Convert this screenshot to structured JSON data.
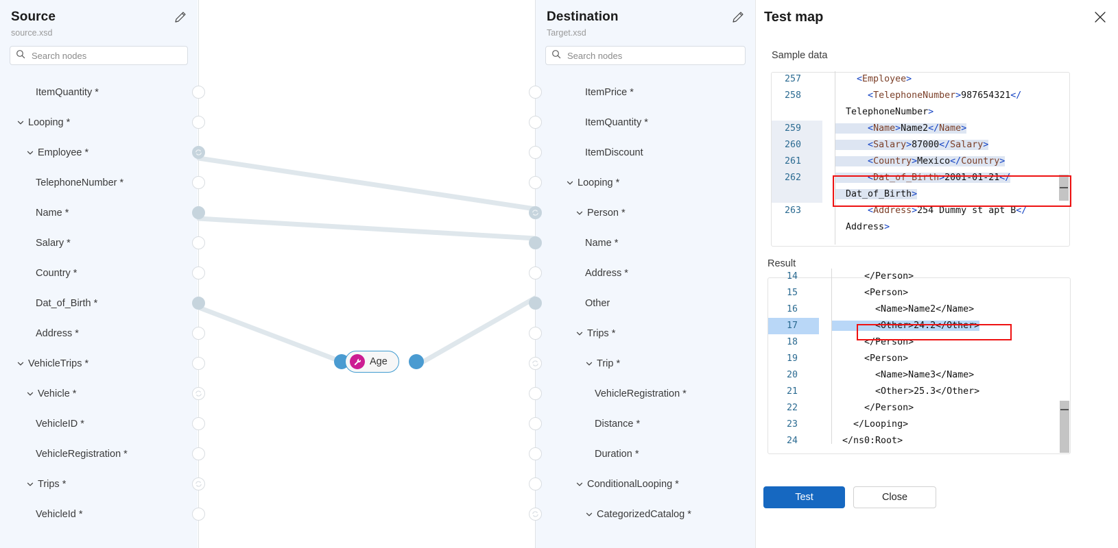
{
  "source": {
    "title": "Source",
    "filename": "source.xsd",
    "search_placeholder": "Search nodes",
    "edit_icon": "pencil-icon",
    "search_icon": "search-icon",
    "nodes": [
      {
        "label": "ItemQuantity *",
        "indent": 3,
        "chevron": false,
        "dot": "empty"
      },
      {
        "label": "Looping *",
        "indent": 1,
        "chevron": true,
        "dot": "empty"
      },
      {
        "label": "Employee *",
        "indent": 2,
        "chevron": true,
        "dot": "loop-filled"
      },
      {
        "label": "TelephoneNumber *",
        "indent": 3,
        "chevron": false,
        "dot": "empty"
      },
      {
        "label": "Name *",
        "indent": 3,
        "chevron": false,
        "dot": "filled"
      },
      {
        "label": "Salary *",
        "indent": 3,
        "chevron": false,
        "dot": "empty"
      },
      {
        "label": "Country *",
        "indent": 3,
        "chevron": false,
        "dot": "empty"
      },
      {
        "label": "Dat_of_Birth *",
        "indent": 3,
        "chevron": false,
        "dot": "filled"
      },
      {
        "label": "Address *",
        "indent": 3,
        "chevron": false,
        "dot": "empty"
      },
      {
        "label": "VehicleTrips *",
        "indent": 1,
        "chevron": true,
        "dot": "empty"
      },
      {
        "label": "Vehicle *",
        "indent": 2,
        "chevron": true,
        "dot": "loop"
      },
      {
        "label": "VehicleID *",
        "indent": 3,
        "chevron": false,
        "dot": "empty"
      },
      {
        "label": "VehicleRegistration *",
        "indent": 3,
        "chevron": false,
        "dot": "empty"
      },
      {
        "label": "Trips *",
        "indent": 2,
        "chevron": true,
        "dot": "loop"
      },
      {
        "label": "VehicleId *",
        "indent": 3,
        "chevron": false,
        "dot": "empty"
      }
    ]
  },
  "destination": {
    "title": "Destination",
    "filename": "Target.xsd",
    "search_placeholder": "Search nodes",
    "edit_icon": "pencil-icon",
    "search_icon": "search-icon",
    "nodes": [
      {
        "label": "ItemPrice *",
        "indent": 3,
        "chevron": false,
        "dot": "empty"
      },
      {
        "label": "ItemQuantity *",
        "indent": 3,
        "chevron": false,
        "dot": "empty"
      },
      {
        "label": "ItemDiscount",
        "indent": 3,
        "chevron": false,
        "dot": "empty"
      },
      {
        "label": "Looping *",
        "indent": 1,
        "chevron": true,
        "dot": "empty"
      },
      {
        "label": "Person *",
        "indent": 2,
        "chevron": true,
        "dot": "loop-filled"
      },
      {
        "label": "Name *",
        "indent": 3,
        "chevron": false,
        "dot": "filled"
      },
      {
        "label": "Address *",
        "indent": 3,
        "chevron": false,
        "dot": "empty"
      },
      {
        "label": "Other",
        "indent": 3,
        "chevron": false,
        "dot": "filled"
      },
      {
        "label": "Trips *",
        "indent": 2,
        "chevron": true,
        "dot": "empty"
      },
      {
        "label": "Trip *",
        "indent": 3,
        "chevron": true,
        "dot": "loop"
      },
      {
        "label": "VehicleRegistration *",
        "indent": 4,
        "chevron": false,
        "dot": "empty"
      },
      {
        "label": "Distance *",
        "indent": 4,
        "chevron": false,
        "dot": "empty"
      },
      {
        "label": "Duration *",
        "indent": 4,
        "chevron": false,
        "dot": "empty"
      },
      {
        "label": "ConditionalLooping *",
        "indent": 2,
        "chevron": true,
        "dot": "empty"
      },
      {
        "label": "CategorizedCatalog *",
        "indent": 3,
        "chevron": true,
        "dot": "loop"
      }
    ]
  },
  "canvas": {
    "function_node": {
      "label": "Age",
      "icon": "function-wrench-icon",
      "icon_color": "#cc1d92",
      "border_color": "#3f9bd0",
      "handle_color": "#4a9bd1"
    },
    "edge_color": "#dfe7ec"
  },
  "test_map": {
    "title": "Test map",
    "close_icon": "close-icon",
    "sample_label": "Sample data",
    "result_label": "Result",
    "test_button": "Test",
    "close_button": "Close",
    "accent_color": "#1668c1",
    "highlight_color": "#ee1111",
    "sample_lines": [
      {
        "num": "257",
        "indent": 2,
        "text": "<Employee>",
        "wrap": "",
        "hl": false
      },
      {
        "num": "258",
        "indent": 3,
        "text": "<TelephoneNumber>987654321</",
        "wrap": "TelephoneNumber>",
        "hl": false
      },
      {
        "num": "259",
        "indent": 3,
        "text": "<Name>Name2</Name>",
        "wrap": "",
        "hl": true
      },
      {
        "num": "260",
        "indent": 3,
        "text": "<Salary>87000</Salary>",
        "wrap": "",
        "hl": true
      },
      {
        "num": "261",
        "indent": 3,
        "text": "<Country>Mexico</Country>",
        "wrap": "",
        "hl": true
      },
      {
        "num": "262",
        "indent": 3,
        "text": "<Dat_of_Birth>2001-01-21</",
        "wrap": "Dat_of_Birth>",
        "hl": true
      },
      {
        "num": "263",
        "indent": 3,
        "text": "<Address>254 Dummy st apt B</",
        "wrap": "Address>",
        "hl": false
      }
    ],
    "result_lines": [
      {
        "num": "14",
        "indent": 3,
        "text": "</Person>",
        "hl": false
      },
      {
        "num": "15",
        "indent": 3,
        "text": "<Person>",
        "hl": false
      },
      {
        "num": "16",
        "indent": 4,
        "text": "<Name>Name2</Name>",
        "hl": false
      },
      {
        "num": "17",
        "indent": 4,
        "text": "<Other>24.2</Other>",
        "hl": true
      },
      {
        "num": "18",
        "indent": 3,
        "text": "</Person>",
        "hl": false
      },
      {
        "num": "19",
        "indent": 3,
        "text": "<Person>",
        "hl": false
      },
      {
        "num": "20",
        "indent": 4,
        "text": "<Name>Name3</Name>",
        "hl": false
      },
      {
        "num": "21",
        "indent": 4,
        "text": "<Other>25.3</Other>",
        "hl": false
      },
      {
        "num": "22",
        "indent": 3,
        "text": "</Person>",
        "hl": false
      },
      {
        "num": "23",
        "indent": 2,
        "text": "</Looping>",
        "hl": false
      },
      {
        "num": "24",
        "indent": 1,
        "text": "</ns0:Root>",
        "hl": false
      }
    ]
  }
}
